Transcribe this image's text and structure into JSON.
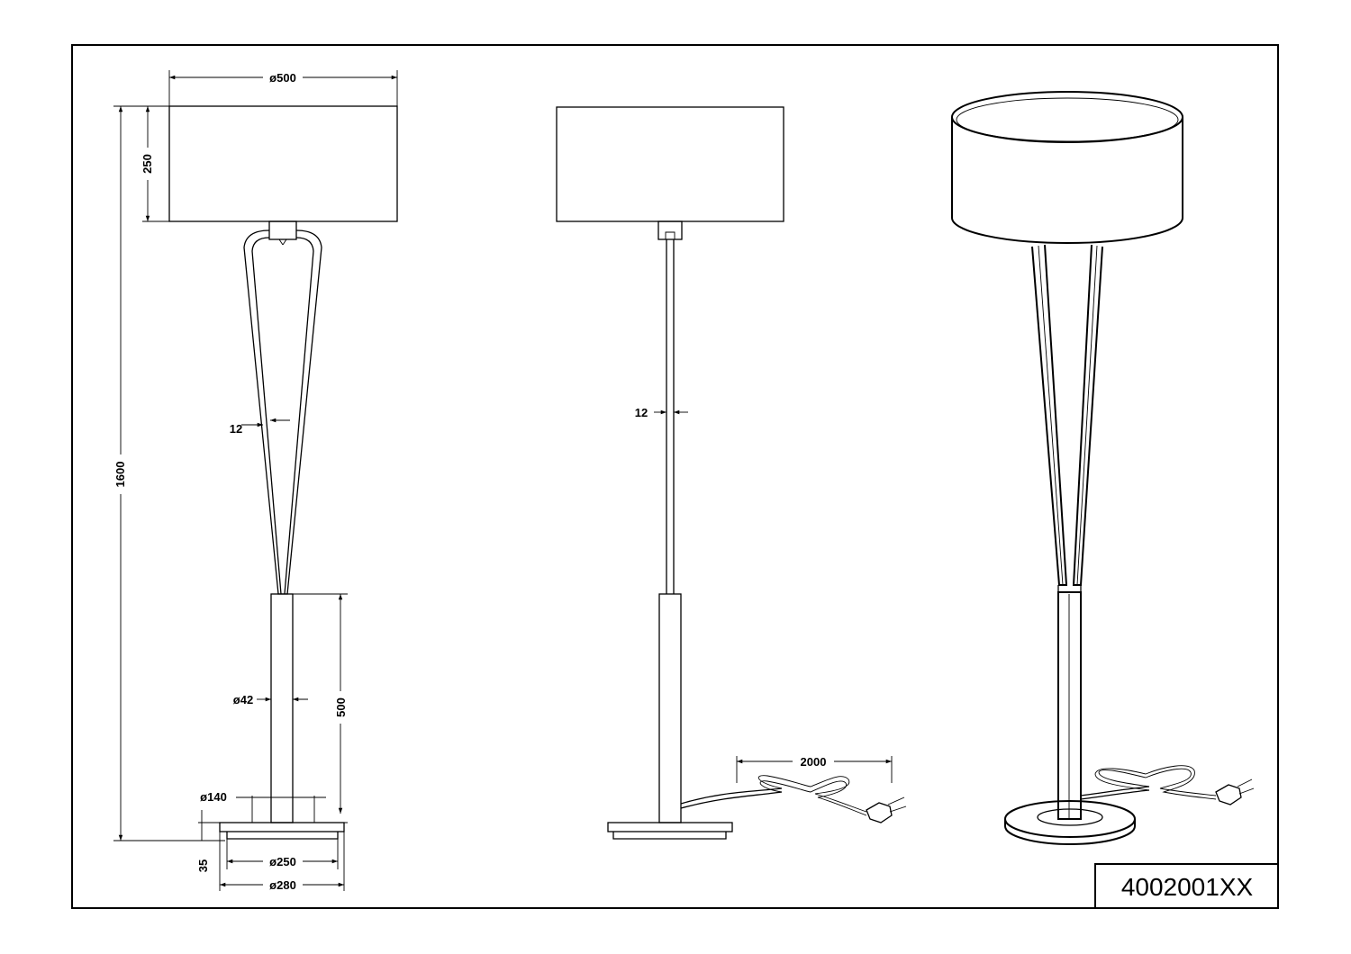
{
  "dimensions": {
    "shade_diameter": "ø500",
    "shade_height": "250",
    "total_height": "1600",
    "frame_thickness_front": "12",
    "frame_thickness_side": "12",
    "stem_diameter": "ø42",
    "stem_height": "500",
    "base_inner_diameter": "ø140",
    "base_height": "35",
    "base_middle_diameter": "ø250",
    "base_outer_diameter": "ø280",
    "cable_length": "2000"
  },
  "product_code": "4002001XX"
}
